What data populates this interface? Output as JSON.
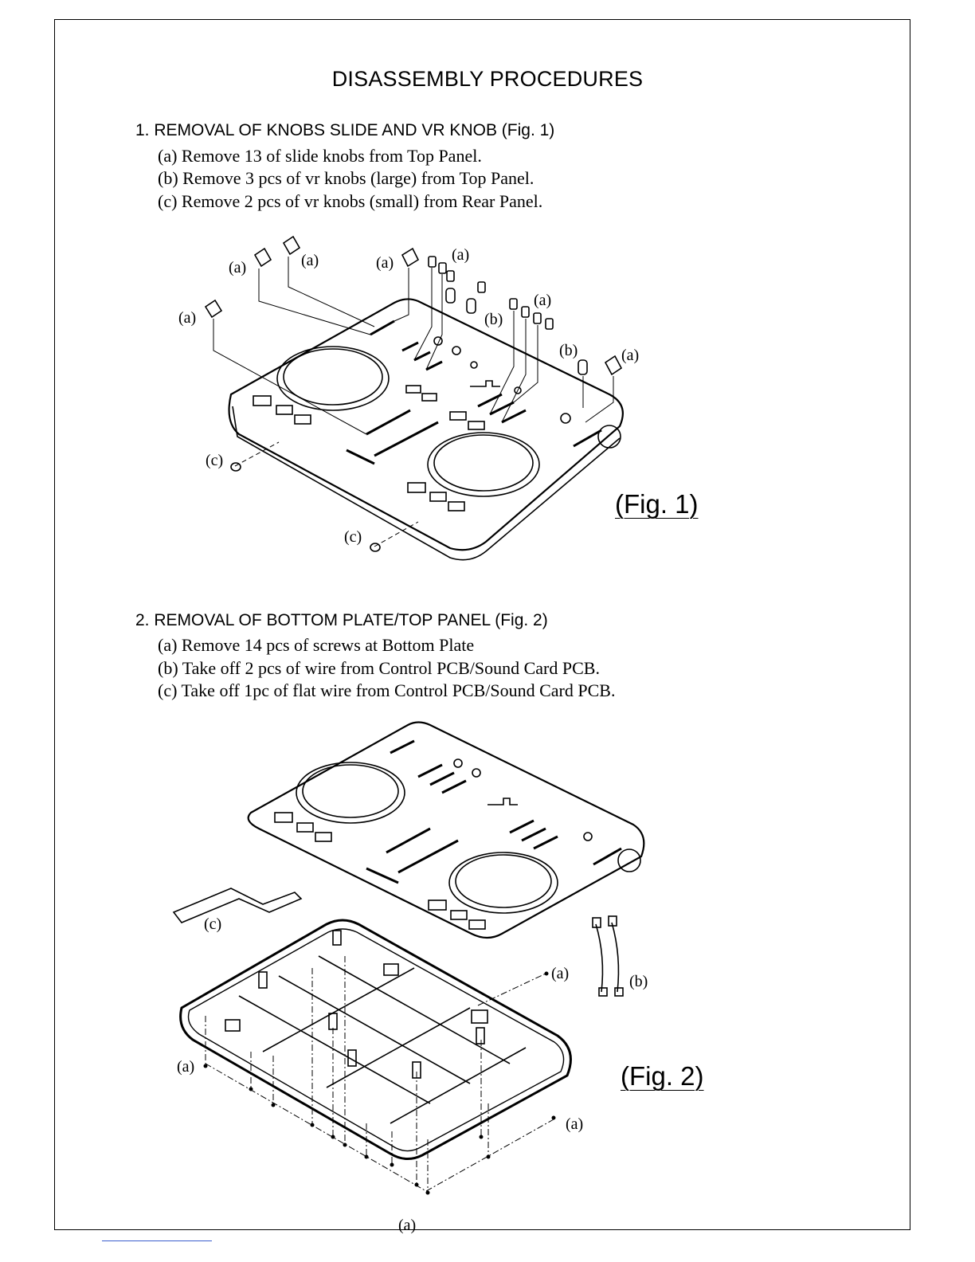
{
  "title": "DISASSEMBLY PROCEDURES",
  "sections": [
    {
      "heading": "1. REMOVAL OF KNOBS SLIDE AND VR KNOB (Fig. 1)",
      "steps": [
        "(a) Remove 13 of slide knobs from Top Panel.",
        "(b) Remove 3 pcs of vr knobs (large) from Top Panel.",
        "(c) Remove 2 pcs of vr knobs (small) from Rear Panel."
      ],
      "figure_label": "(Fig. 1)"
    },
    {
      "heading": "2. REMOVAL OF BOTTOM PLATE/TOP PANEL (Fig. 2)",
      "steps": [
        "(a) Remove 14 pcs of screws at Bottom Plate",
        "(b) Take off 2 pcs of wire from Control PCB/Sound Card PCB.",
        "(c) Take off 1pc of flat wire from Control PCB/Sound Card PCB."
      ],
      "figure_label": "(Fig. 2)"
    }
  ],
  "callouts": {
    "a": "(a)",
    "b": "(b)",
    "c": "(c)"
  }
}
